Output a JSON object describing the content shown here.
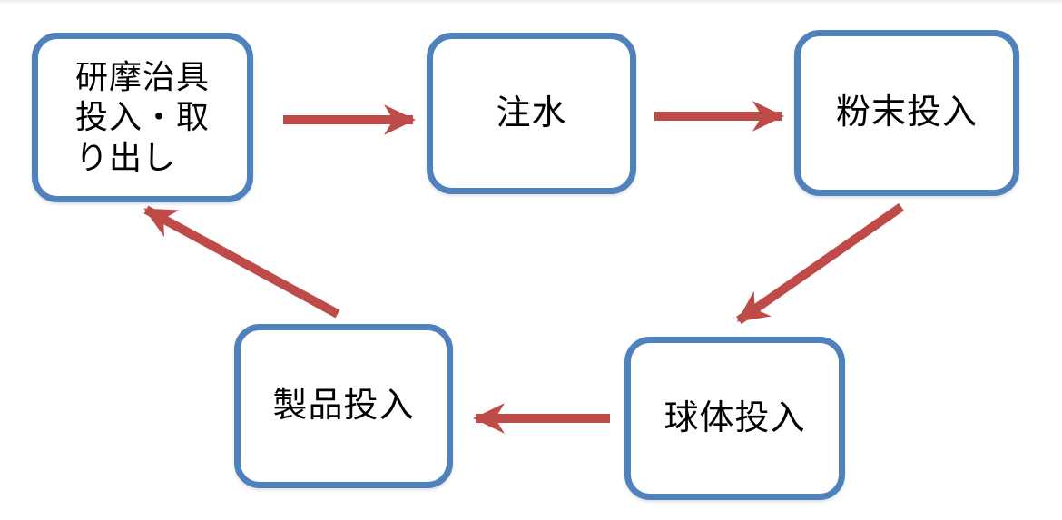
{
  "diagram": {
    "type": "cycle-flowchart",
    "language": "ja",
    "nodes": [
      {
        "id": "jig-io",
        "label": "研摩治具\n投入・取\nり出し"
      },
      {
        "id": "water-fill",
        "label": "注水"
      },
      {
        "id": "powder-input",
        "label": "粉末投入"
      },
      {
        "id": "sphere-input",
        "label": "球体投入"
      },
      {
        "id": "product-input",
        "label": "製品投入"
      }
    ],
    "edges": [
      {
        "from": "jig-io",
        "to": "water-fill"
      },
      {
        "from": "water-fill",
        "to": "powder-input"
      },
      {
        "from": "powder-input",
        "to": "sphere-input"
      },
      {
        "from": "sphere-input",
        "to": "product-input"
      },
      {
        "from": "product-input",
        "to": "jig-io"
      }
    ],
    "colors": {
      "node_border": "#4F81BD",
      "node_fill": "#FFFFFF",
      "arrow": "#BE4B48",
      "text": "#000000"
    }
  }
}
